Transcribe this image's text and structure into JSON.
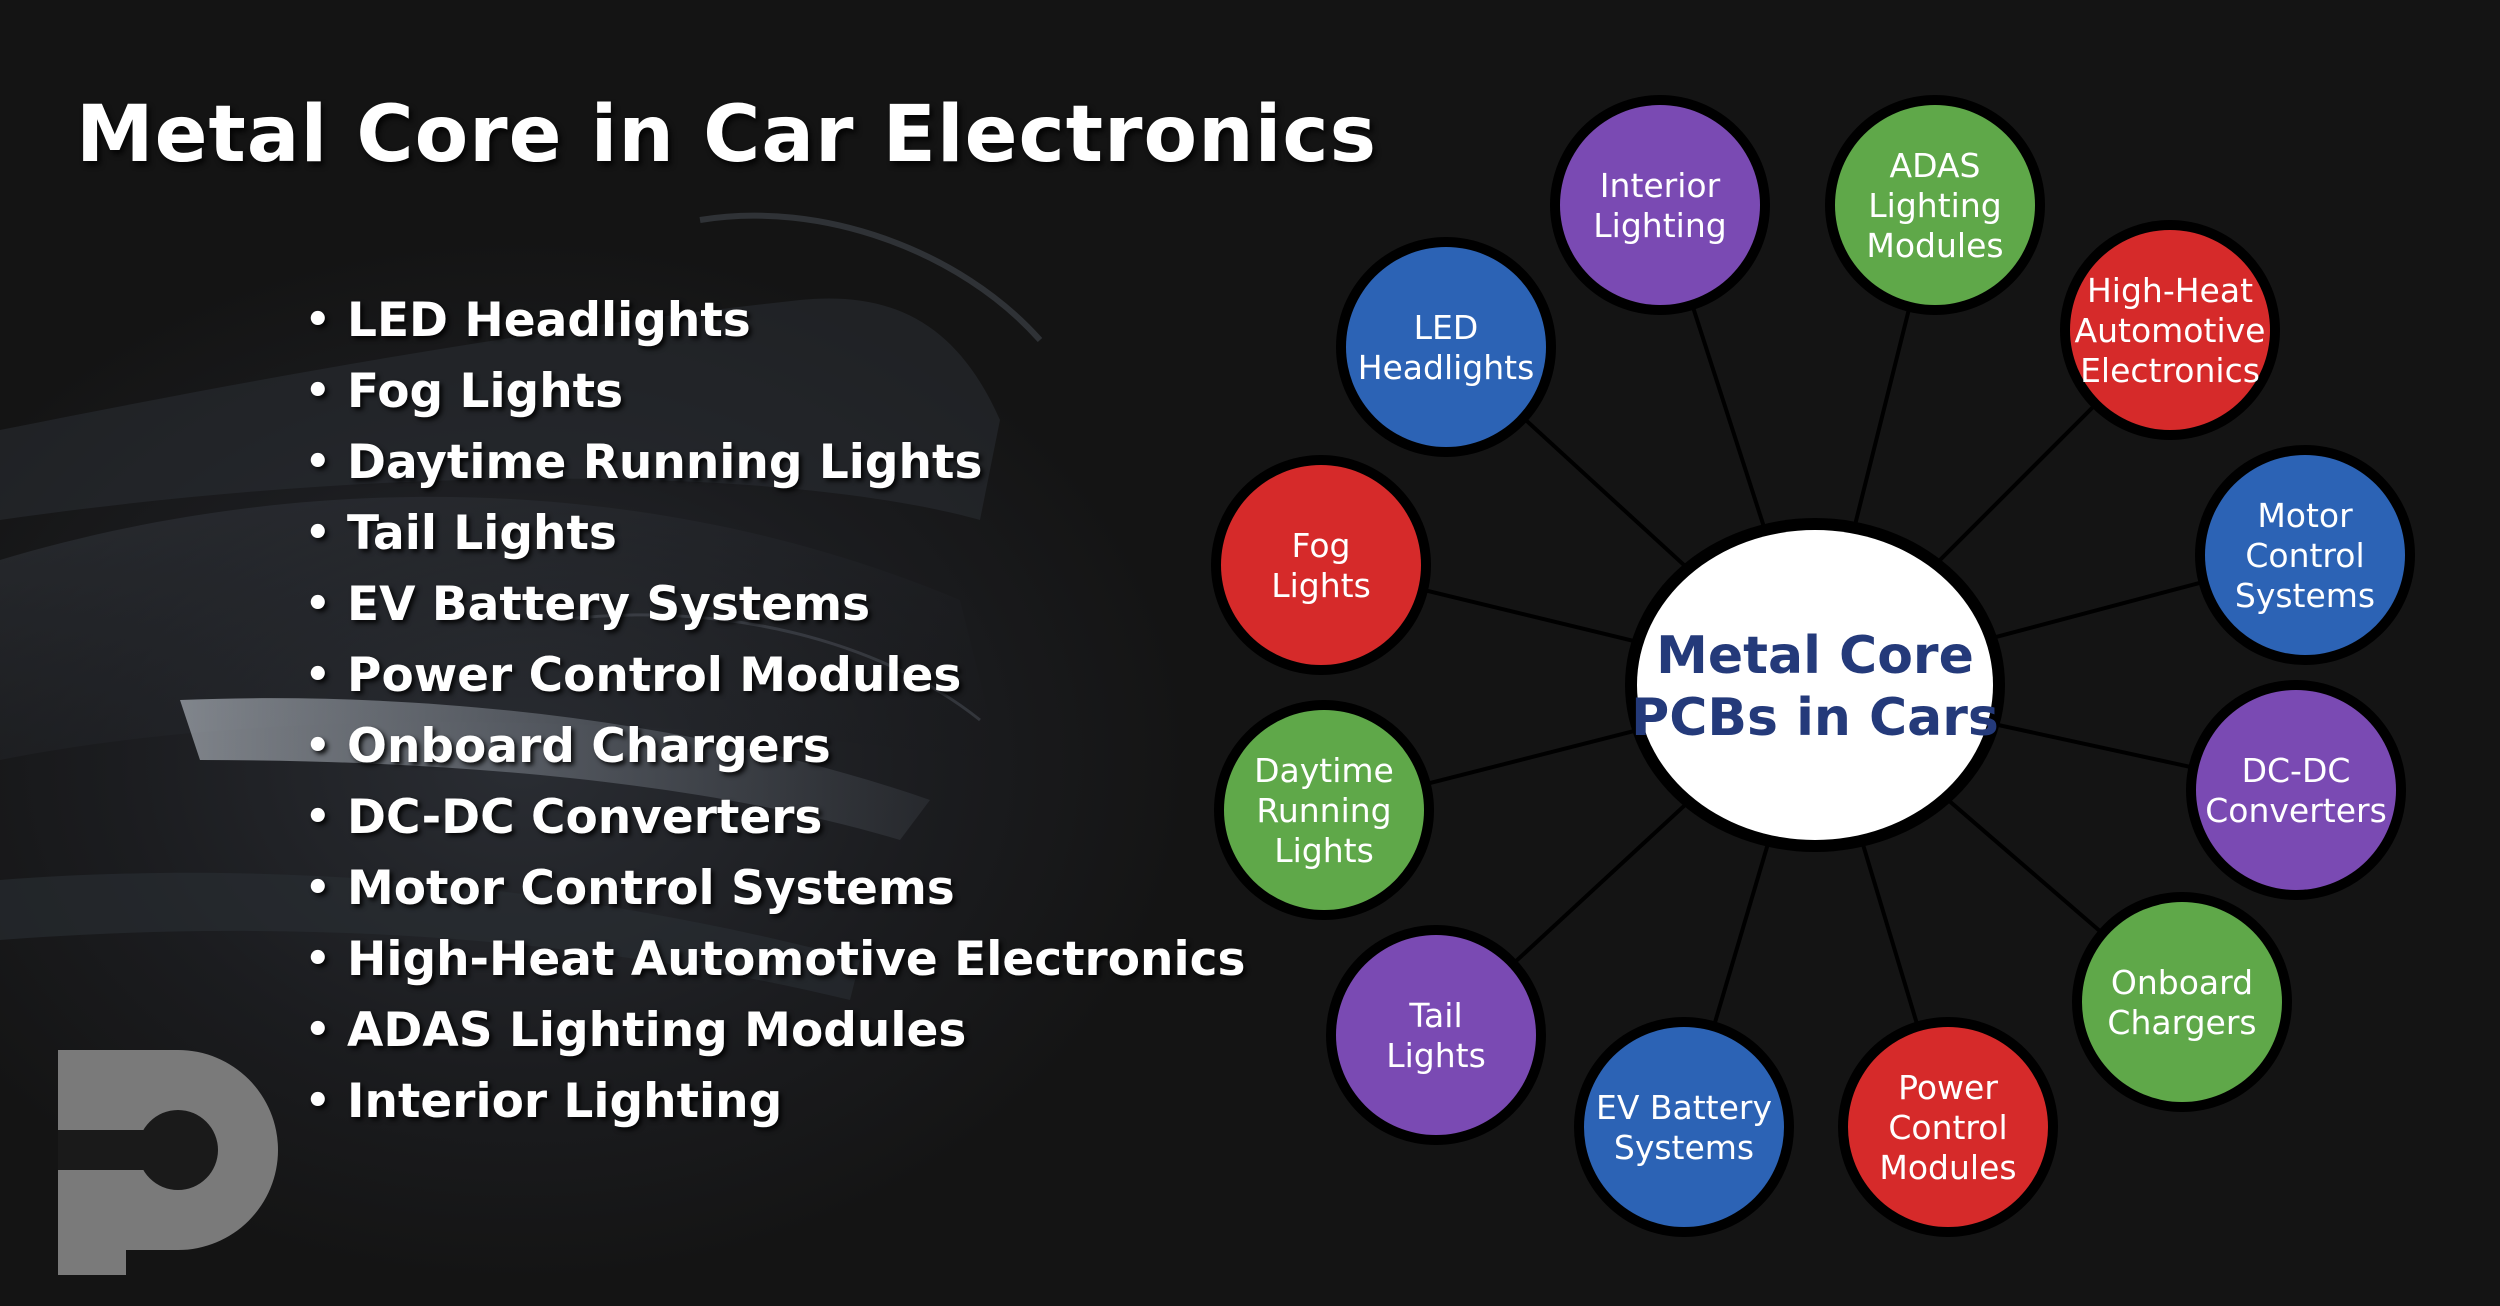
{
  "title": "Metal Core in Car Electronics",
  "applications": [
    "LED Headlights",
    "Fog Lights",
    "Daytime Running Lights",
    "Tail Lights",
    "EV Battery Systems",
    "Power Control Modules",
    "Onboard Chargers",
    "DC-DC Converters",
    "Motor Control Systems",
    "High-Heat Automotive Electronics",
    "ADAS Lighting Modules",
    "Interior Lighting"
  ],
  "colors": {
    "purple": "#7a4ab3",
    "green": "#5fa849",
    "red": "#d62a2a",
    "blue": "#2c63b5",
    "hub_text": "#243a7a"
  },
  "diagram": {
    "hub": {
      "lines": [
        "Metal Core",
        "PCBs in Cars"
      ]
    },
    "nodes": [
      {
        "lines": [
          "Interior",
          "Lighting"
        ],
        "color": "purple"
      },
      {
        "lines": [
          "ADAS",
          "Lighting",
          "Modules"
        ],
        "color": "green"
      },
      {
        "lines": [
          "High-Heat",
          "Automotive",
          "Electronics"
        ],
        "color": "red"
      },
      {
        "lines": [
          "Motor",
          "Control",
          "Systems"
        ],
        "color": "blue"
      },
      {
        "lines": [
          "DC-DC",
          "Converters"
        ],
        "color": "purple"
      },
      {
        "lines": [
          "Onboard",
          "Chargers"
        ],
        "color": "green"
      },
      {
        "lines": [
          "Power",
          "Control",
          "Modules"
        ],
        "color": "red"
      },
      {
        "lines": [
          "EV Battery",
          "Systems"
        ],
        "color": "blue"
      },
      {
        "lines": [
          "Tail",
          "Lights"
        ],
        "color": "purple"
      },
      {
        "lines": [
          "Daytime",
          "Running",
          "Lights"
        ],
        "color": "green"
      },
      {
        "lines": [
          "Fog",
          "Lights"
        ],
        "color": "red"
      },
      {
        "lines": [
          "LED",
          "Headlights"
        ],
        "color": "blue"
      }
    ]
  },
  "logo": {
    "icon": "p-logo-icon"
  }
}
